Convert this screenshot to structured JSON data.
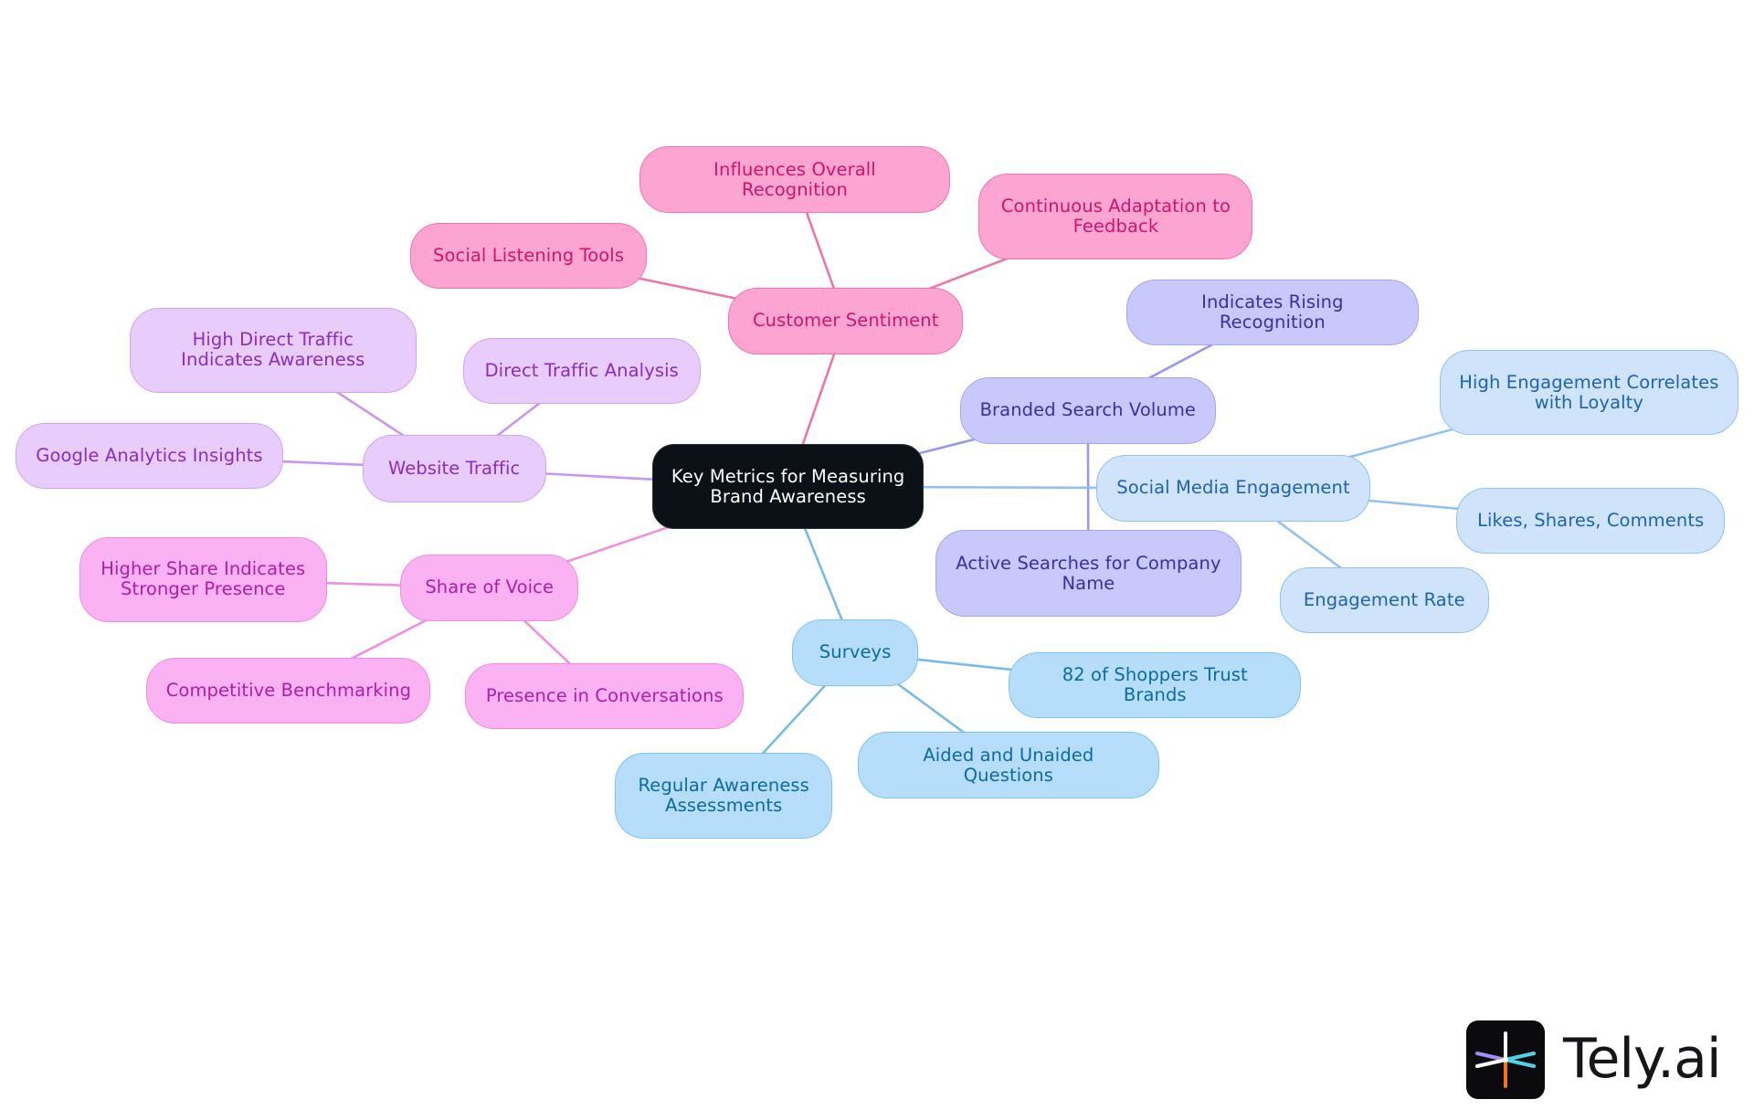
{
  "diagram": {
    "root": {
      "label": "Key Metrics for Measuring Brand Awareness"
    },
    "branches": [
      {
        "label": "Customer Sentiment",
        "colors": {
          "fill": "#fca5d2",
          "border": "#f472b6",
          "text": "#d0146e",
          "line": "#ec76ab"
        },
        "children": [
          {
            "label": "Influences Overall Recognition"
          },
          {
            "label": "Continuous Adaptation to Feedback"
          },
          {
            "label": "Social Listening Tools"
          }
        ]
      },
      {
        "label": "Branded Search Volume",
        "colors": {
          "fill": "#c9c8fd",
          "border": "#a5a3f5",
          "text": "#3730a3",
          "line": "#9b97ee"
        },
        "children": [
          {
            "label": "Indicates Rising Recognition"
          },
          {
            "label": "Active Searches for Company Name"
          }
        ]
      },
      {
        "label": "Social Media Engagement",
        "colors": {
          "fill": "#cfe4fb",
          "border": "#93c1ef",
          "text": "#1d63b0",
          "line": "#93c1ef"
        },
        "children": [
          {
            "label": "High Engagement Correlates with Loyalty"
          },
          {
            "label": "Likes, Shares, Comments"
          },
          {
            "label": "Engagement Rate"
          }
        ]
      },
      {
        "label": "Surveys",
        "colors": {
          "fill": "#b6defb",
          "border": "#7ec4f0",
          "text": "#0a6aa8",
          "line": "#77bce9"
        },
        "children": [
          {
            "label": "82 of Shoppers Trust Brands"
          },
          {
            "label": "Aided and Unaided Questions"
          },
          {
            "label": "Regular Awareness Assessments"
          }
        ]
      },
      {
        "label": "Share of Voice",
        "colors": {
          "fill": "#fbb2f3",
          "border": "#f08ae4",
          "text": "#b01ca8",
          "line": "#ef8fe4"
        },
        "children": [
          {
            "label": "Higher Share Indicates Stronger Presence"
          },
          {
            "label": "Competitive Benchmarking"
          },
          {
            "label": "Presence in Conversations"
          }
        ]
      },
      {
        "label": "Website Traffic",
        "colors": {
          "fill": "#e8ccfb",
          "border": "#d3a3f5",
          "text": "#8a2cc4",
          "line": "#c896f2"
        },
        "children": [
          {
            "label": "High Direct Traffic Indicates Awareness"
          },
          {
            "label": "Direct Traffic Analysis"
          },
          {
            "label": "Google Analytics Insights"
          }
        ]
      }
    ],
    "root_colors": {
      "fill": "#0c1117",
      "border": "#2a2f36",
      "text": "#ffffff"
    }
  },
  "brand": {
    "name": "Tely.ai",
    "mark_colors": {
      "bg": "#0b0b0d",
      "purple": "#a78bfa",
      "cyan": "#4fd1e8",
      "orange": "#f97316",
      "white": "#ffffff"
    }
  }
}
